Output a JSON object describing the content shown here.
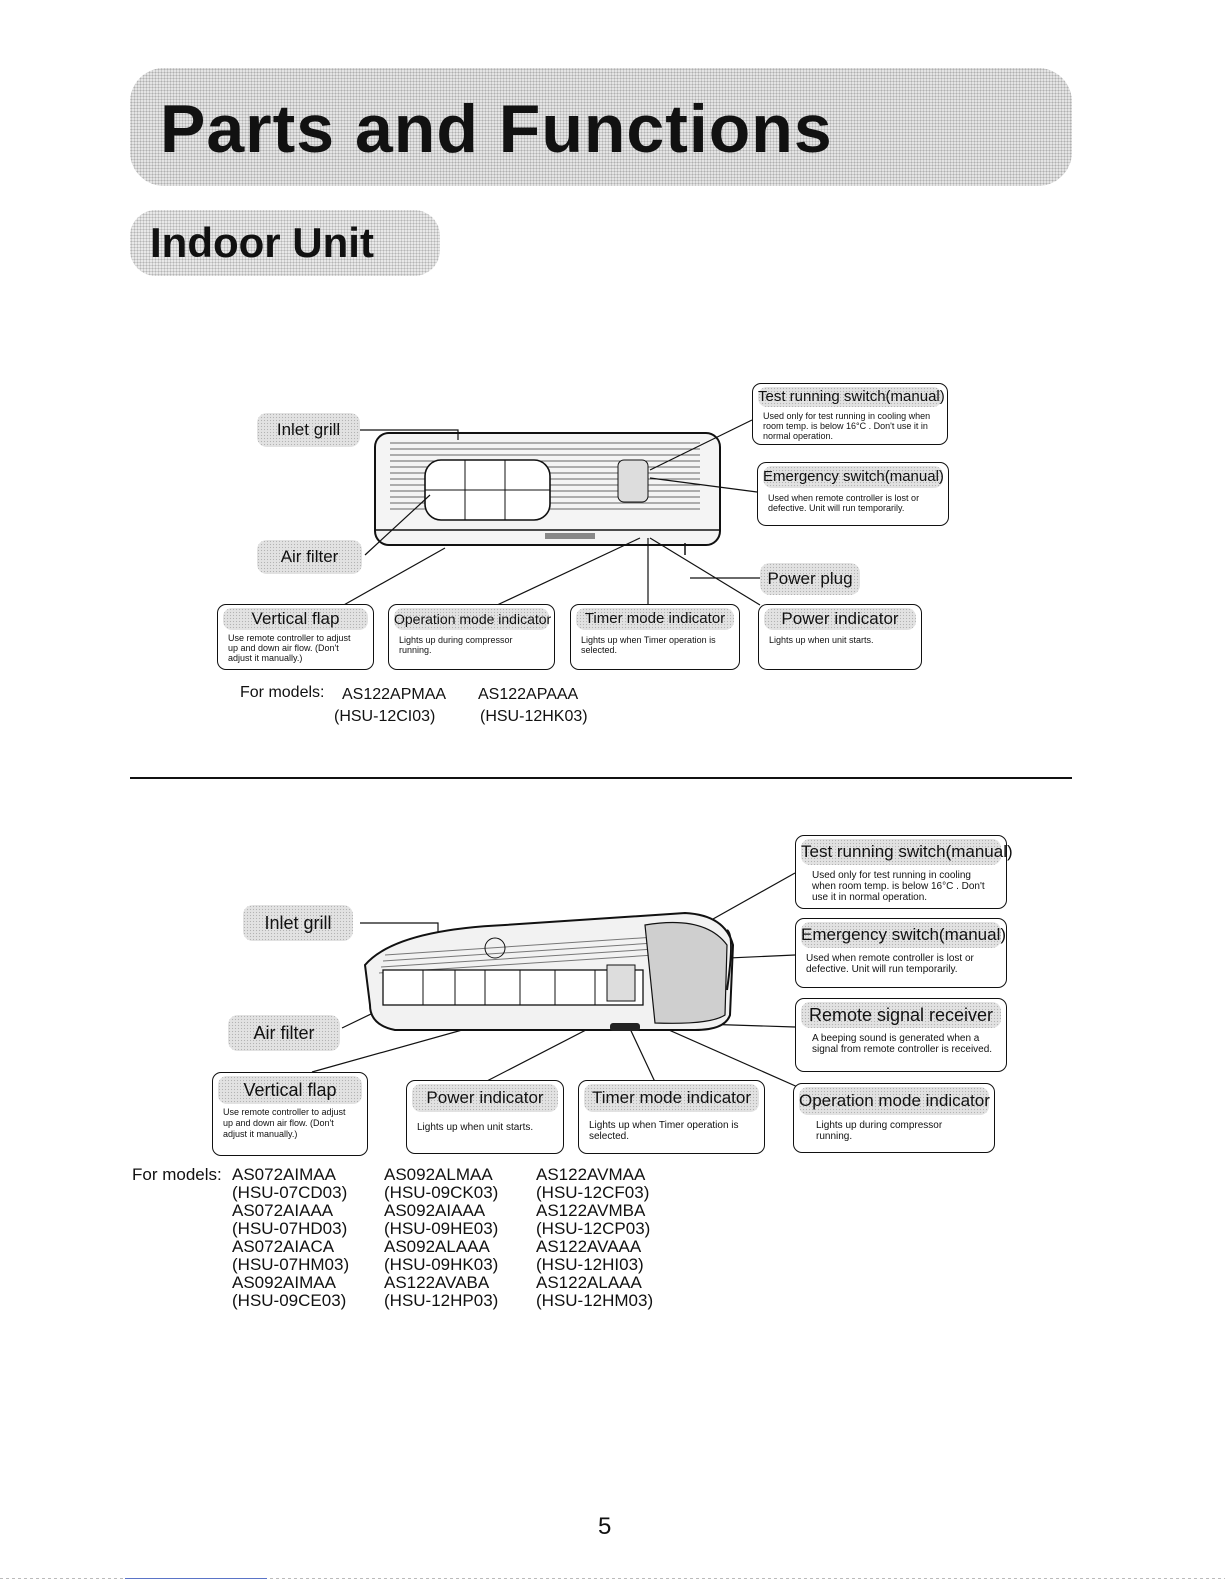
{
  "page_title": "Parts and Functions",
  "section_title": "Indoor Unit",
  "diagram1": {
    "pills": {
      "inlet_grill": "Inlet grill",
      "air_filter": "Air filter",
      "power_plug": "Power plug"
    },
    "boxes": [
      {
        "title": "Test running switch(manual)",
        "desc": "Used only for test running in cooling when room temp. is below 16°C . Don't use it in normal operation."
      },
      {
        "title": "Emergency switch(manual)",
        "desc": "Used when remote controller is lost or defective. Unit will run temporarily."
      },
      {
        "title": "Vertical flap",
        "desc": "Use remote controller to adjust up and down air flow. (Don't adjust it manually.)"
      },
      {
        "title": "Operation mode indicator",
        "desc": "Lights up during compressor running."
      },
      {
        "title": "Timer mode indicator",
        "desc": "Lights up when Timer operation is selected."
      },
      {
        "title": "Power indicator",
        "desc": "Lights up when unit starts."
      }
    ],
    "models_label": "For models:",
    "models": [
      [
        "AS122APMAA",
        "(HSU-12CI03)"
      ],
      [
        "AS122APAAA",
        "(HSU-12HK03)"
      ]
    ]
  },
  "diagram2": {
    "pills": {
      "inlet_grill": "Inlet grill",
      "air_filter": "Air filter"
    },
    "boxes": [
      {
        "title": "Test running switch(manual)",
        "desc": "Used only for test running in cooling when room temp. is below 16°C . Don't use it in normal operation."
      },
      {
        "title": "Emergency switch(manual)",
        "desc": "Used when remote controller is lost or defective. Unit will run temporarily."
      },
      {
        "title": "Remote signal receiver",
        "desc": "A beeping sound is generated when a signal from remote controller is received."
      },
      {
        "title": "Vertical flap",
        "desc": "Use remote controller to adjust up and down air flow. (Don't adjust it manually.)"
      },
      {
        "title": "Power indicator",
        "desc": "Lights up when unit starts."
      },
      {
        "title": "Timer mode indicator",
        "desc": "Lights up when Timer operation is selected."
      },
      {
        "title": "Operation mode indicator",
        "desc": "Lights up during compressor running."
      }
    ],
    "models_label": "For models:",
    "models_columns": [
      [
        "AS072AIMAA",
        "(HSU-07CD03)",
        "AS072AIAAA",
        "(HSU-07HD03)",
        "AS072AIACA",
        "(HSU-07HM03)",
        "AS092AIMAA",
        "(HSU-09CE03)"
      ],
      [
        "AS092ALMAA",
        "(HSU-09CK03)",
        "AS092AIAAA",
        "(HSU-09HE03)",
        "AS092ALAAA",
        "(HSU-09HK03)",
        "AS122AVABA",
        "(HSU-12HP03)"
      ],
      [
        "AS122AVMAA",
        "(HSU-12CF03)",
        "AS122AVMBA",
        "(HSU-12CP03)",
        "AS122AVAAA",
        "(HSU-12HI03)",
        "AS122ALAAA",
        "(HSU-12HM03)"
      ]
    ]
  },
  "page_number": "5"
}
